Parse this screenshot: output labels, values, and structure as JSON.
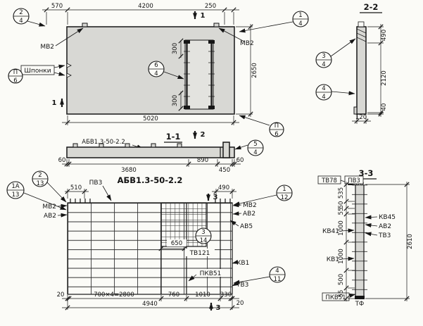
{
  "plan": {
    "dims_top": [
      "570",
      "4200",
      "250"
    ],
    "dim_total_width": "5020",
    "dim_height": "2650",
    "dim_opening_top": "300",
    "dim_opening_bottom": "300",
    "label_anchor_left": "МВ2",
    "label_anchor_right": "МВ2",
    "label_keys": "Шпонки",
    "section_mark_top": "1",
    "section_mark_bottom": "1",
    "callout_top_left": {
      "num": "2",
      "sheet": "4"
    },
    "callout_top_right": {
      "num": "1",
      "sheet": "4"
    },
    "callout_opening": {
      "num": "6",
      "sheet": "4"
    },
    "node_left": {
      "num": "П",
      "sheet": "6"
    },
    "node_right": {
      "num": "П",
      "sheet": "6"
    }
  },
  "section_2_2": {
    "title": "2-2",
    "dims_right": [
      "490",
      "2120",
      "40"
    ],
    "dim_bottom": "120",
    "callout_upper": {
      "num": "3",
      "sheet": "4"
    },
    "callout_lower": {
      "num": "4",
      "sheet": "4"
    }
  },
  "section_1_1": {
    "title": "1-1",
    "beam_label": "АБВ1.3-50-2.2",
    "section_mark": "2",
    "callout_end": {
      "num": "5",
      "sheet": "4"
    },
    "dims_bottom": [
      "60",
      "3680",
      "890",
      "450",
      "60"
    ]
  },
  "elevation": {
    "title": "АБВ1.3-50-2.2",
    "dim_left_top": "510",
    "dim_right_top": "490",
    "dim_inner": "650",
    "dims_bottom": [
      "20",
      "700×4=2800",
      "760",
      "1010",
      "330",
      "20"
    ],
    "dim_total": "4940",
    "section_mark_top": "3",
    "section_mark_bottom": "3",
    "labels": {
      "pv3": "ПВ3",
      "mv2_left": "МВ2",
      "av2_left": "АВ2",
      "mv2_right": "МВ2",
      "av2_right": "АВ2",
      "av5": "АВ5",
      "tv121": "ТВ121",
      "kv1": "КВ1",
      "pkv51": "ПКВ51",
      "tv3": "ТВ3"
    },
    "callouts": {
      "c2_13": {
        "num": "2",
        "sheet": "13"
      },
      "c1a_13": {
        "num": "1А",
        "sheet": "13"
      },
      "c3_14": {
        "num": "3",
        "sheet": "14"
      },
      "c1_12": {
        "num": "1",
        "sheet": "12"
      },
      "c4_11": {
        "num": "4",
        "sheet": "11"
      }
    }
  },
  "section_3_3": {
    "title": "3-3",
    "dims_left": [
      "535",
      "50",
      "55",
      "1000",
      "1000",
      "500",
      "55"
    ],
    "dim_total": "2610",
    "labels": {
      "tv78": "ТВ78",
      "pv3": "ПВ3",
      "kv45": "КВ45",
      "av2": "АВ2",
      "tv3": "ТВ3",
      "kv41": "КВ41",
      "kv1": "КВ1",
      "pkv51": "ПКВ51",
      "tf": "ТФ"
    }
  }
}
